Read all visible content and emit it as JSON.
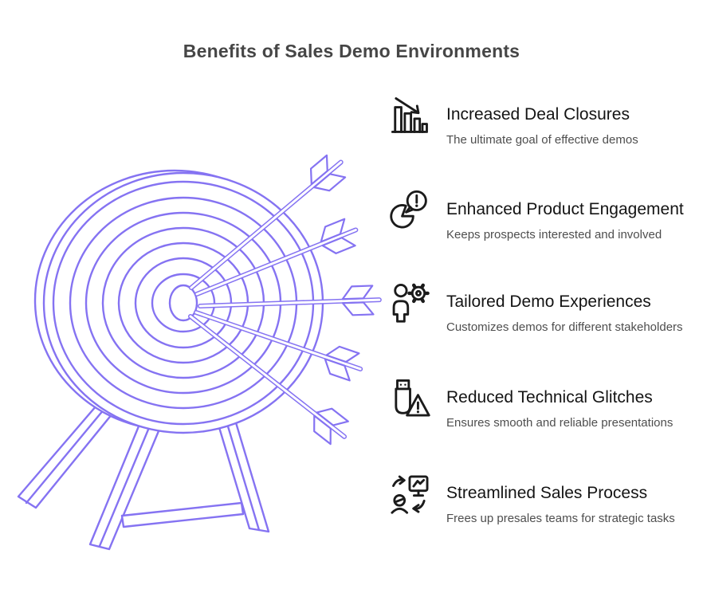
{
  "page": {
    "title": "Benefits of Sales Demo Environments",
    "title_color": "#464646",
    "background_color": "#ffffff"
  },
  "illustration": {
    "name": "archery-target-on-stand-with-five-arrows",
    "line_color": "#8573F2",
    "arrow_count": 5,
    "ring_count": 8
  },
  "icon_color": "#1b1b1b",
  "benefits": [
    {
      "icon": "declining-bar-chart-arrow-icon",
      "title": "Increased Deal Closures",
      "description": "The ultimate goal of effective demos"
    },
    {
      "icon": "pie-chart-alert-bubble-icon",
      "title": "Enhanced Product Engagement",
      "description": "Keeps prospects interested and involved"
    },
    {
      "icon": "person-gear-icon",
      "title": "Tailored Demo Experiences",
      "description": "Customizes demos for different stakeholders"
    },
    {
      "icon": "usb-drive-warning-icon",
      "title": "Reduced Technical Glitches",
      "description": "Ensures smooth and reliable presentations"
    },
    {
      "icon": "person-monitor-sync-icon",
      "title": "Streamlined Sales Process",
      "description": "Frees up presales teams for strategic tasks"
    }
  ]
}
